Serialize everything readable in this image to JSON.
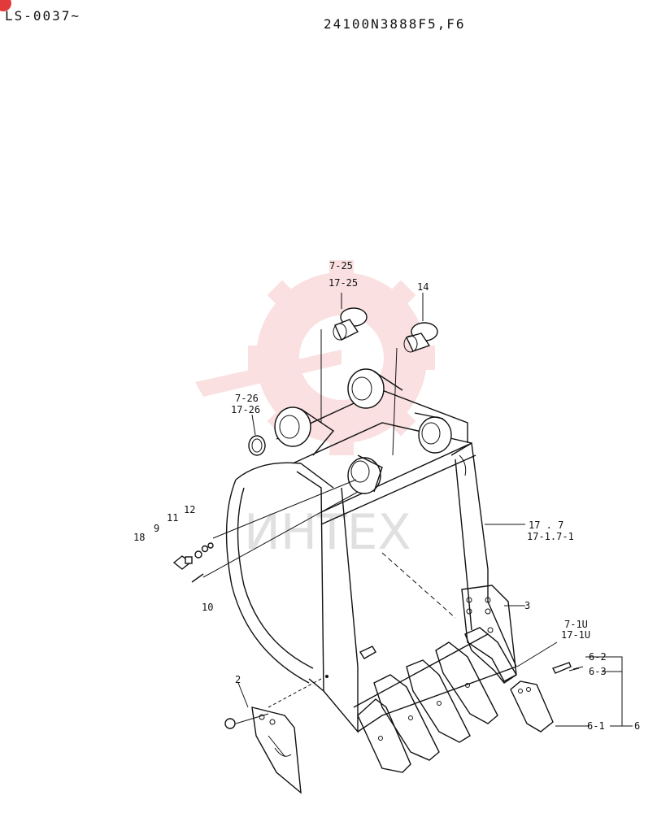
{
  "header": {
    "series_range": "LS-0037~",
    "drawing_number": "24100N3888F5,F6"
  },
  "watermark": {
    "text": "ИНТЕХ",
    "color": "#f3a7a7"
  },
  "badge": {
    "color": "#e23a3a"
  },
  "labels": {
    "l7_25": "7-25",
    "l17_25": "17-25",
    "l14": "14",
    "l7_26": "7-26",
    "l17_26": "17-26",
    "l12": "12",
    "l11": "11",
    "l9": "9",
    "l18": "18",
    "l10": "10",
    "l17_7": "17 . 7",
    "l17_1": "17-1.7-1",
    "l3": "3",
    "l7_10": "7-1U",
    "l17_10": "17-1U",
    "l6_2": "6-2",
    "l6_3": "6-3",
    "l6_1": "6-1",
    "l6": "6",
    "l2": "2"
  }
}
